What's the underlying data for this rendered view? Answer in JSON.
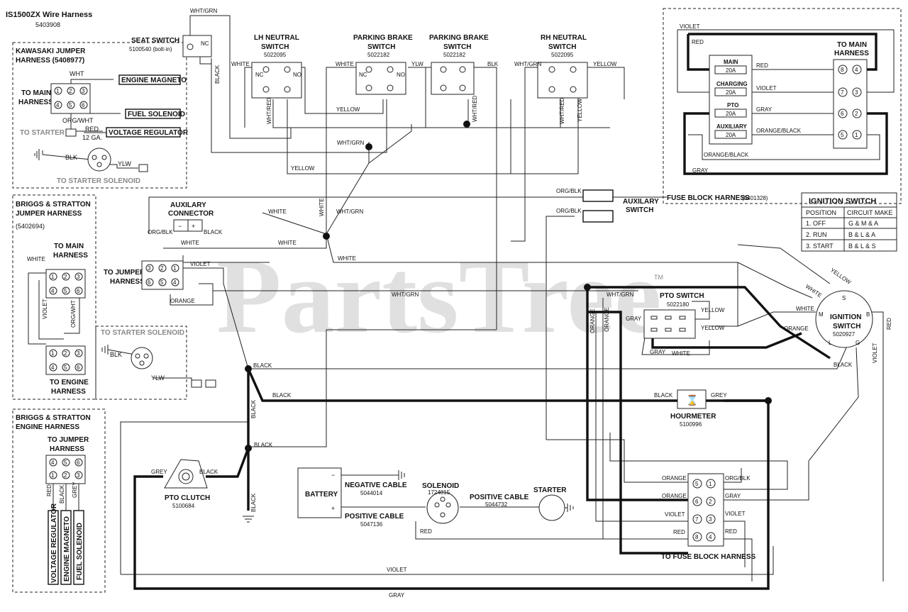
{
  "header": {
    "title": "IS1500ZX Wire Harness",
    "part_number": "5403908"
  },
  "watermark": "PartsTree",
  "trademark": "TM",
  "kawasaki": {
    "title_line1": "KAWASAKI JUMPER",
    "title_line2": "HARNESS (5408977)",
    "to_main": "TO MAIN",
    "harness": "HARNESS",
    "wht": "WHT",
    "org_wht": "ORG/WHT",
    "red": "RED",
    "gauge": "12 GA.",
    "blk": "BLK",
    "ylw": "YLW",
    "to_starter": "TO STARTER",
    "to_starter_solenoid": "TO STARTER SOLENOID",
    "engine_magneto": "ENGINE MAGNETO",
    "fuel_solenoid": "FUEL SOLENOID",
    "voltage_regulator": "VOLTAGE REGULATOR",
    "pins": [
      "1",
      "2",
      "3",
      "4",
      "5",
      "6"
    ]
  },
  "bs_jumper": {
    "title_line1": "BRIGGS & STRATTON",
    "title_line2": "JUMPER HARNESS",
    "part": "(5402694)",
    "to_main": "TO MAIN",
    "harness": "HARNESS",
    "white": "WHITE",
    "violet": "VIOLET",
    "org_wht": "ORG/WHT",
    "to_engine": "TO ENGINE",
    "harness2": "HARNESS",
    "to_starter_solenoid": "TO STARTER SOLENOID",
    "blk": "BLK",
    "ylw": "YLW"
  },
  "bs_engine": {
    "title_line1": "BRIGGS & STRATTON",
    "title_line2": "ENGINE HARNESS",
    "to_jumper": "TO JUMPER",
    "harness": "HARNESS",
    "red": "RED",
    "black": "BLACK",
    "grey": "GREY",
    "voltage_regulator": "VOLTAGE REGULATOR",
    "engine_magneto": "ENGINE MAGNETO",
    "fuel_solenoid": "FUEL SOLENOID"
  },
  "seat_switch": {
    "title": "SEAT SWITCH",
    "part": "5100540 (bolt-in)",
    "nc": "NC",
    "wire_top": "WHT/GRN",
    "wire_black": "BLACK"
  },
  "lh_neutral": {
    "title_line1": "LH NEUTRAL",
    "title_line2": "SWITCH",
    "part": "5022095",
    "white": "WHITE",
    "wht_grn": "WHT/GRN",
    "wht_red": "WHT/RED",
    "nc": "NC",
    "no": "NO"
  },
  "parking_brake_1": {
    "title_line1": "PARKING BRAKE",
    "title_line2": "SWITCH",
    "part": "5022182",
    "white": "WHITE",
    "ylw": "YLW",
    "yellow": "YELLOW",
    "nc": "NC",
    "no": "NO"
  },
  "parking_brake_2": {
    "title_line1": "PARKING BRAKE",
    "title_line2": "SWITCH",
    "part": "5022182",
    "blk": "BLK",
    "wht_red": "WHT/RED"
  },
  "rh_neutral": {
    "title_line1": "RH NEUTRAL",
    "title_line2": "SWITCH",
    "part": "5022095",
    "wht_grn": "WHT/GRN",
    "yellow": "YELLOW",
    "wht_red": "WHT/RED",
    "yellow_v": "YELLOW"
  },
  "wire_labels": {
    "wht_grn_1": "WHT/GRN",
    "yellow_1": "YELLOW",
    "white_1": "WHITE",
    "white_v": "WHITE",
    "wht_grn_2": "WHT/GRN",
    "white_2": "WHITE",
    "white_3": "WHITE",
    "white_4": "WHITE",
    "wht_grn_3": "WHT/GRN",
    "black_1": "BLACK",
    "black_2": "BLACK",
    "black_v": "BLACK",
    "black_3": "BLACK",
    "black_v2": "BLACK",
    "violet_bottom": "VIOLET",
    "gray_bottom": "GRAY",
    "violet_1": "VIOLET",
    "orange_1": "ORANGE",
    "org_blk_1": "ORG/BLK",
    "org_blk_2": "ORG/BLK",
    "red_s": "RED",
    "black_r": "BLACK"
  },
  "aux_connector": {
    "title_line1": "AUXILARY",
    "title_line2": "CONNECTOR",
    "org_blk": "ORG/BLK",
    "black": "BLACK",
    "minus": "−",
    "plus": "+"
  },
  "to_jumper": {
    "title_line1": "TO JUMPER",
    "title_line2": "HARNESS",
    "pins": [
      "3",
      "2",
      "1",
      "6",
      "5",
      "4"
    ]
  },
  "aux_switch": {
    "title_line1": "AUXILARY",
    "title_line2": "SWITCH"
  },
  "pto_switch": {
    "title": "PTO SWITCH",
    "part": "5022180",
    "yellow_1": "YELLOW",
    "yellow_2": "YELLOW",
    "gray_1": "GRAY",
    "gray_2": "GRAY",
    "white": "WHITE",
    "wht_grn": "WHT/GRN",
    "orange_1": "ORANGE",
    "orange_2": "ORANGE"
  },
  "ignition": {
    "title_line1": "IGNITION",
    "title_line2": "SWITCH",
    "part": "5020927",
    "yellow": "YELLOW",
    "white_1": "WHITE",
    "white_2": "WHITE",
    "orange": "ORANGE",
    "violet": "VIOLET",
    "red": "RED",
    "terminals": {
      "s": "S",
      "m": "M",
      "b": "B",
      "l": "L",
      "g": "G"
    }
  },
  "ignition_table": {
    "title": "IGNITION SWITCH",
    "headers": [
      "POSITION",
      "CIRCUIT MAKE"
    ],
    "rows": [
      [
        "1. OFF",
        "G & M & A"
      ],
      [
        "2. RUN",
        "B & L & A"
      ],
      [
        "3. START",
        "B & L & S"
      ]
    ]
  },
  "fuse_block": {
    "title": "FUSE BLOCK HARNESS",
    "part": "(5401328)",
    "violet": "VIOLET",
    "red": "RED",
    "to_main": "TO MAIN",
    "harness": "HARNESS",
    "fuses": [
      {
        "name": "MAIN",
        "rating": "20A",
        "wire": "RED"
      },
      {
        "name": "CHARGING",
        "rating": "20A",
        "wire": "VIOLET"
      },
      {
        "name": "PTO",
        "rating": "20A",
        "wire": "GRAY"
      },
      {
        "name": "AUXILIARY",
        "rating": "20A",
        "wire": "ORANGE/BLACK"
      }
    ],
    "orange_black": "ORANGE/BLACK",
    "gray": "GRAY",
    "pins": [
      "8",
      "4",
      "7",
      "3",
      "6",
      "2",
      "5",
      "1"
    ]
  },
  "hourmeter": {
    "title": "HOURMETER",
    "part": "5100996",
    "black": "BLACK",
    "grey": "GREY"
  },
  "pto_clutch": {
    "title": "PTO CLUTCH",
    "part": "5100684",
    "grey": "GREY",
    "black": "BLACK"
  },
  "battery": {
    "title": "BATTERY",
    "neg": "−",
    "pos": "+"
  },
  "negative_cable": {
    "title": "NEGATIVE CABLE",
    "part": "5044014"
  },
  "positive_cable_1": {
    "title": "POSITIVE CABLE",
    "part": "5047136"
  },
  "solenoid": {
    "title": "SOLENOID",
    "part": "1724815"
  },
  "positive_cable_2": {
    "title": "POSITIVE CABLE",
    "part": "5044732"
  },
  "starter": {
    "title": "STARTER"
  },
  "to_fuse_block": {
    "title": "TO FUSE BLOCK HARNESS",
    "rows": [
      {
        "left": "ORANGE",
        "p1": "5",
        "p2": "1",
        "right": "ORG/BLK"
      },
      {
        "left": "ORANGE",
        "p1": "6",
        "p2": "2",
        "right": "GRAY"
      },
      {
        "left": "VIOLET",
        "p1": "7",
        "p2": "3",
        "right": "VIOLET"
      },
      {
        "left": "RED",
        "p1": "8",
        "p2": "4",
        "right": "RED"
      }
    ]
  }
}
